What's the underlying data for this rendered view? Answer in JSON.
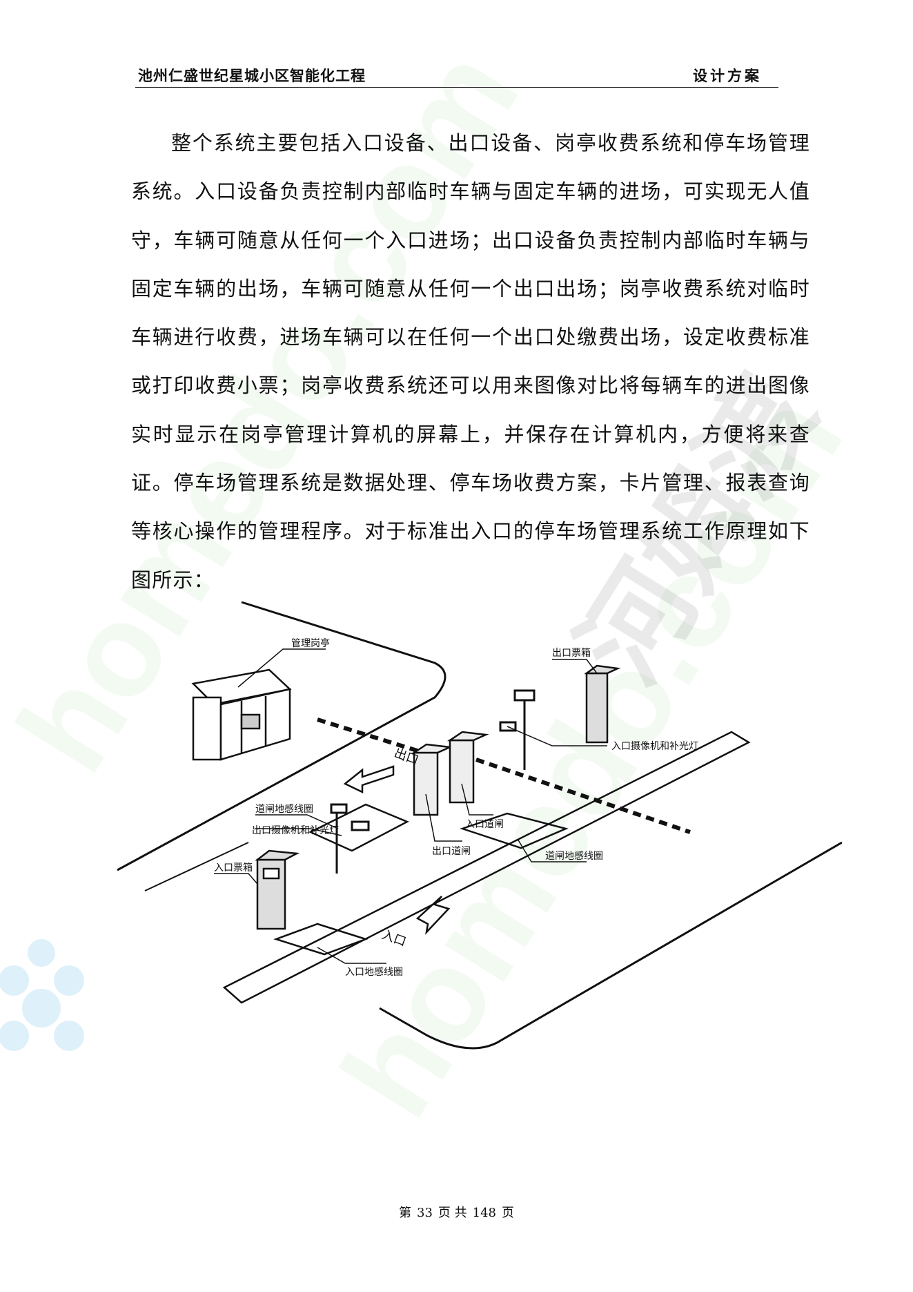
{
  "header": {
    "project_title": "池州仁盛世纪星城小区智能化工程",
    "doc_type": "设计方案"
  },
  "body": {
    "paragraph": "整个系统主要包括入口设备、出口设备、岗亭收费系统和停车场管理系统。入口设备负责控制内部临时车辆与固定车辆的进场，可实现无人值守，车辆可随意从任何一个入口进场；出口设备负责控制内部临时车辆与固定车辆的出场，车辆可随意从任何一个出口出场；岗亭收费系统对临时车辆进行收费，进场车辆可以在任何一个出口处缴费出场，设定收费标准或打印收费小票；岗亭收费系统还可以用来图像对比将每辆车的进出图像实时显示在岗亭管理计算机的屏幕上，并保存在计算机内，方便将来查证。停车场管理系统是数据处理、停车场收费方案，卡片管理、报表查询等核心操作的管理程序。对于标准出入口的停车场管理系统工作原理如下图所示："
  },
  "diagram": {
    "labels": {
      "booth": "管理岗亭",
      "exit_ticket_box": "出口票箱",
      "exit_direction": "出口",
      "entry_camera": "入口摄像机和补光灯",
      "gate_loop_left": "道闸地感线圈",
      "exit_camera": "出口摄像机和补光灯",
      "entry_ticket_box": "入口票箱",
      "exit_barrier": "出口道闸",
      "entry_barrier": "入口道闸",
      "gate_loop_right": "道闸地感线圈",
      "entry_direction": "入口",
      "entry_loop": "入口地感线圈"
    }
  },
  "footer": {
    "prefix": "第",
    "page": "33",
    "mid": "页 共",
    "total": "148",
    "suffix": "页"
  },
  "watermark": {
    "text_latin": "homedo.com",
    "text_cn": "河姆渡"
  }
}
